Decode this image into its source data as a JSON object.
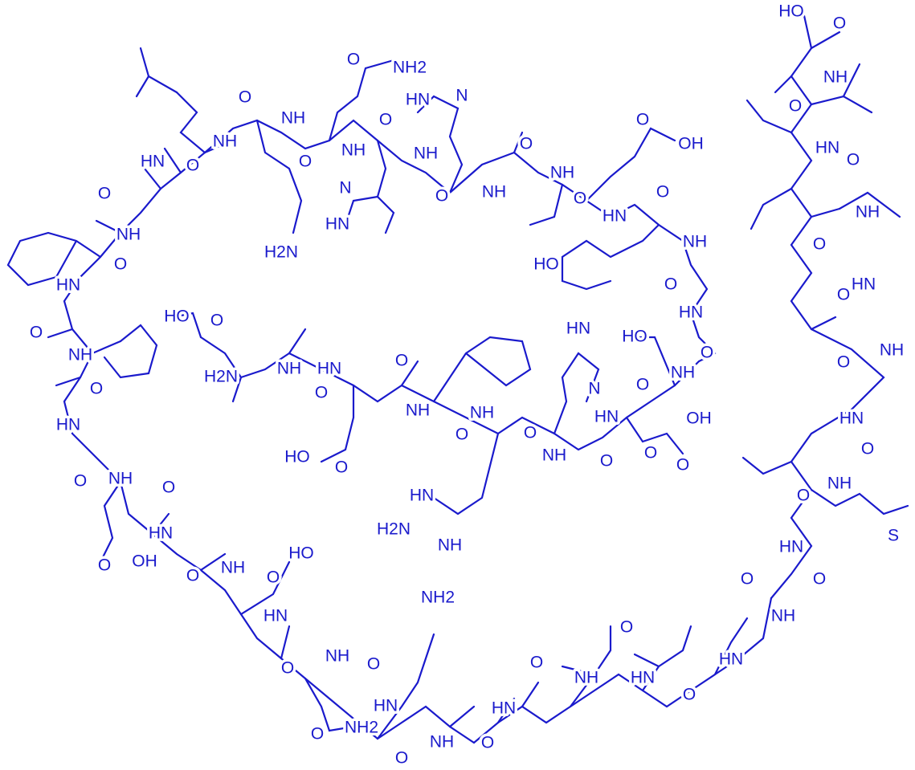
{
  "colors": {
    "ink": "#1a1acc",
    "background": "#ffffff"
  },
  "labels": {
    "nh": "NH",
    "hn": "HN",
    "oxygen": "O",
    "oh": "OH",
    "ho": "HO",
    "nh2": "NH2",
    "h2n": "H2N",
    "n": "N",
    "s": "S"
  }
}
